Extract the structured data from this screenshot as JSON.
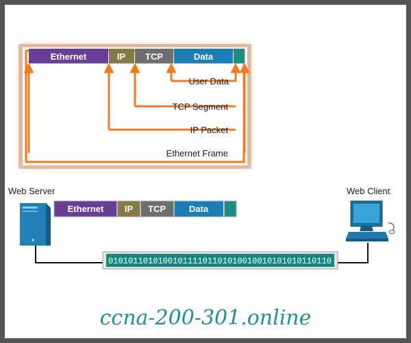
{
  "encapsulation": {
    "header": {
      "ethernet": "Ethernet",
      "ip": "IP",
      "tcp": "TCP",
      "data": "Data"
    },
    "labels": {
      "user_data": "User Data",
      "tcp_segment": "TCP Segment",
      "ip_packet": "IP Packet",
      "ethernet_frame": "Ethernet Frame"
    }
  },
  "network": {
    "server_label": "Web Server",
    "client_label": "Web Client",
    "bitstream": "010101101010010111101101010010010101010110110"
  },
  "frame_bar": {
    "ethernet": "Ethernet",
    "ip": "IP",
    "tcp": "TCP",
    "data": "Data"
  },
  "watermark": "ccna-200-301.online",
  "colors": {
    "ethernet": "#6a3d97",
    "ip": "#847a44",
    "tcp": "#6e6e6e",
    "data": "#1b7fb5",
    "trailer": "#1c8c85",
    "arrow": "#f07a1d",
    "bitstream": "#14867f"
  }
}
